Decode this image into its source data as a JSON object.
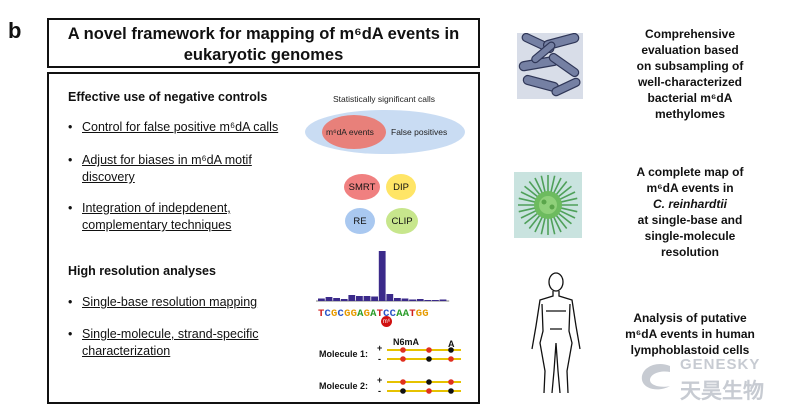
{
  "panel_letter": "b",
  "title": {
    "line1": "A novel framework for mapping of m⁶dA events in",
    "line2": "eukaryotic genomes"
  },
  "section1": {
    "heading": "Effective use of negative controls",
    "bullets": [
      {
        "line1": "Control for false positive m⁶dA calls",
        "line2": ""
      },
      {
        "line1": "Adjust for biases in m⁶dA motif",
        "line2": "discovery"
      },
      {
        "line1": "Integration of indepdenent,",
        "line2": "complementary techniques"
      }
    ]
  },
  "section2": {
    "heading": "High resolution analyses",
    "bullets": [
      {
        "line1": "Single-base resolution mapping",
        "line2": ""
      },
      {
        "line1": "Single-molecule, strand-specific",
        "line2": "characterization"
      }
    ]
  },
  "significance": {
    "label": "Statistically significant calls",
    "inner": "m⁶dA events",
    "outer": "False positives"
  },
  "techniques": [
    "SMRT",
    "DIP",
    "RE",
    "CLIP"
  ],
  "technique_colors": {
    "SMRT": "#f08080",
    "DIP": "#ffe566",
    "RE": "#a9c8f0",
    "CLIP": "#c7e68c"
  },
  "sequence": {
    "letters": [
      "T",
      "C",
      "G",
      "C",
      "G",
      "G",
      "A",
      "G",
      "A",
      "T",
      "C",
      "C",
      "A",
      "A",
      "T",
      "G",
      "G"
    ],
    "highlight_index": 8,
    "marker_label": "m⁶"
  },
  "bar_heights": [
    0.05,
    0.08,
    0.06,
    0.04,
    0.12,
    0.1,
    0.1,
    0.09,
    1.0,
    0.14,
    0.06,
    0.05,
    0.03,
    0.04,
    0.02,
    0.02,
    0.03
  ],
  "molecules": {
    "marker_n6ma": "N6mA",
    "marker_a": "A",
    "rows": [
      {
        "label": "Molecule 1:",
        "plus": "+",
        "minus": "-"
      },
      {
        "label": "Molecule 2:",
        "plus": "+",
        "minus": "-"
      }
    ]
  },
  "right_panels": [
    {
      "lines": [
        "Comprehensive",
        "evaluation based",
        "on subsampling of",
        "well-characterized",
        "bacterial m⁶dA",
        "methylomes"
      ]
    },
    {
      "lines": [
        "A complete map of",
        "m⁶dA events in",
        "C. reinhardtii",
        "at single-base and",
        "single-molecule",
        "resolution"
      ]
    },
    {
      "lines": [
        "Analysis of putative",
        "m⁶dA events in human",
        "lymphoblastoid cells"
      ]
    }
  ],
  "watermark": {
    "latin": "GENESKY",
    "chinese": "天昊生物"
  }
}
